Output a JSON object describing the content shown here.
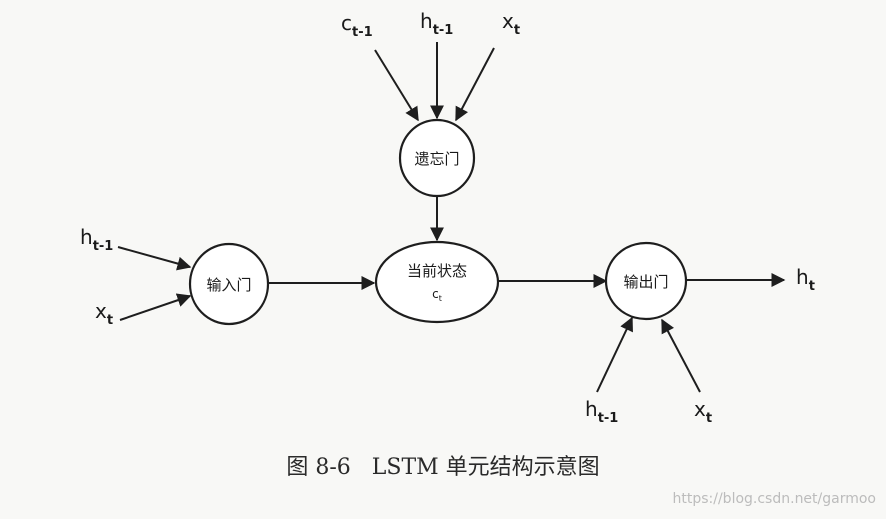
{
  "nodes": {
    "forget_gate": {
      "label": "遗忘门"
    },
    "current_state": {
      "label": "当前状态",
      "sublabel": "c",
      "sublabel_sub": "t"
    },
    "input_gate": {
      "label": "输入门"
    },
    "output_gate": {
      "label": "输出门"
    }
  },
  "inputs": {
    "top_c": {
      "base": "c",
      "sub": "t-1"
    },
    "top_h": {
      "base": "h",
      "sub": "t-1"
    },
    "top_x": {
      "base": "x",
      "sub": "t"
    },
    "left_h": {
      "base": "h",
      "sub": "t-1"
    },
    "left_x": {
      "base": "x",
      "sub": "t"
    },
    "bottom_h": {
      "base": "h",
      "sub": "t-1"
    },
    "bottom_x": {
      "base": "x",
      "sub": "t"
    }
  },
  "output": {
    "base": "h",
    "sub": "t"
  },
  "caption": "图 8-6   LSTM 单元结构示意图",
  "watermark": "https://blog.csdn.net/garmoo"
}
